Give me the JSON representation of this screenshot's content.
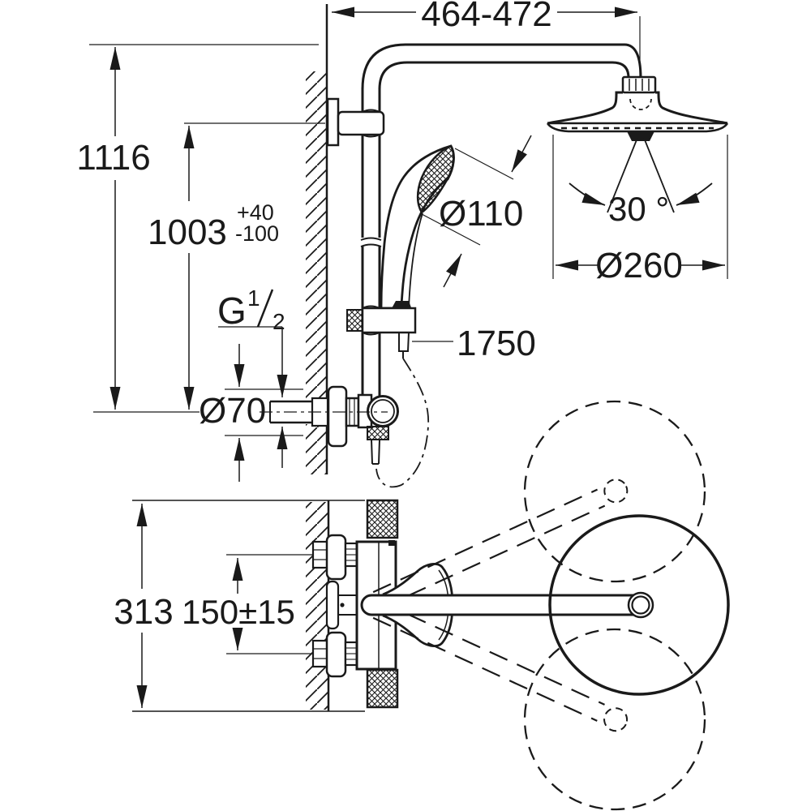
{
  "drawing": {
    "title": "shower-system-installation-drawing",
    "views": {
      "front": "elevation of shower system",
      "top": "plan view of thermostat with swivel shower arm"
    },
    "line_color": "#1a1a1a",
    "background": "#ffffff",
    "dimensions": {
      "top_width": "464-472",
      "total_height": "1116",
      "outlet_height": "1003",
      "outlet_height_tol_upper": "+40",
      "outlet_height_tol_lower": "-100",
      "thread_g": "G",
      "thread_num": "1",
      "thread_den": "2",
      "escutcheon_dia": "Ø70",
      "handshower_dia": "Ø110",
      "hose_length": "1750",
      "spray_angle": "30 °",
      "headshower_dia": "Ø260",
      "plan_depth": "313",
      "port_spacing": "150±15"
    }
  }
}
